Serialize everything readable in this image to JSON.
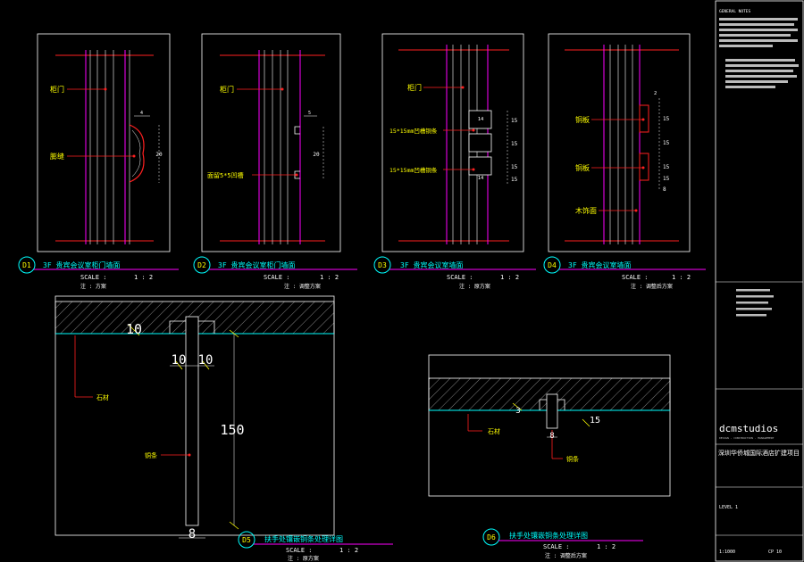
{
  "panels": {
    "d1": {
      "code": "D1",
      "title": "3F 贵宾会议室柜门墙面",
      "scale_label": "SCALE :",
      "scale_value": "1 : 2",
      "note": "注 : 方案",
      "labels": [
        "柜门",
        "膨缝"
      ],
      "dims": [
        "4",
        "20"
      ]
    },
    "d2": {
      "code": "D2",
      "title": "3F 贵宾会议室柜门墙面",
      "scale_label": "SCALE :",
      "scale_value": "1 : 2",
      "note": "注 : 调整方案",
      "labels": [
        "柜门",
        "面留5*5凹槽"
      ],
      "dims": [
        "5",
        "20"
      ]
    },
    "d3": {
      "code": "D3",
      "title": "3F 贵宾会议室墙面",
      "scale_label": "SCALE :",
      "scale_value": "1 : 2",
      "note": "注 : 原方案",
      "labels": [
        "柜门",
        "15*15mm凹槽铜条",
        "15*15mm凹槽铜条"
      ],
      "dims": [
        "14",
        "15",
        "15",
        "15",
        "15",
        "14"
      ]
    },
    "d4": {
      "code": "D4",
      "title": "3F 贵宾会议室墙面",
      "scale_label": "SCALE :",
      "scale_value": "1 : 2",
      "note": "注 : 调整后方案",
      "labels": [
        "铜板",
        "铜板",
        "木饰面"
      ],
      "dims": [
        "2",
        "15",
        "15",
        "15",
        "15",
        "8"
      ]
    },
    "d5": {
      "code": "D5",
      "title": "扶手处镶嵌铜条处理详图",
      "scale_label": "SCALE :",
      "scale_value": "1 : 2",
      "note": "注 : 原方案",
      "labels": [
        "石材",
        "铜条"
      ],
      "dims": [
        "10",
        "10",
        "10",
        "150",
        "8"
      ]
    },
    "d6": {
      "code": "D6",
      "title": "扶手处镶嵌铜条处理详图",
      "scale_label": "SCALE :",
      "scale_value": "1 : 2",
      "note": "注 : 调整后方案",
      "labels": [
        "石材",
        "铜条"
      ],
      "dims": [
        "3",
        "15",
        "8"
      ]
    }
  },
  "titleblock": {
    "studio": "dcmstudios",
    "studio_sub": "DESIGN · CONSTRUCTION · MANAGEMENT",
    "project": "深圳华侨城国际酒店扩建项目",
    "drawing_no": "1:1000",
    "sheet": "CP 10",
    "level": "LEVEL 1",
    "general_notes": "GENERAL NOTES",
    "colors": {
      "cyan": "#00ffff",
      "yellow": "#ffff00",
      "magenta": "#ff00ff",
      "red": "#ff2020",
      "white": "#ffffff",
      "green": "#00ff00"
    }
  }
}
